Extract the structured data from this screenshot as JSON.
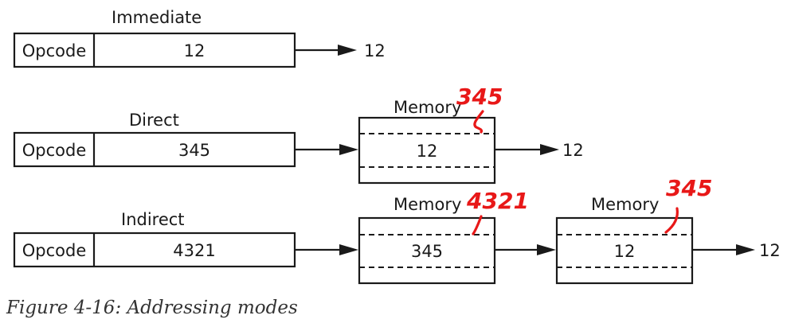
{
  "diagram": {
    "immediate": {
      "mode_label": "Immediate",
      "opcode": "Opcode",
      "operand": "12",
      "result": "12"
    },
    "direct": {
      "mode_label": "Direct",
      "opcode": "Opcode",
      "operand": "345",
      "memory_label": "Memory",
      "memory_value": "12",
      "memory_annotation": "345",
      "result": "12"
    },
    "indirect": {
      "mode_label": "Indirect",
      "opcode": "Opcode",
      "operand": "4321",
      "memory1_label": "Memory",
      "memory1_value": "345",
      "memory1_annotation": "4321",
      "memory2_label": "Memory",
      "memory2_value": "12",
      "memory2_annotation": "345",
      "result": "12"
    },
    "annotation_color": "#e81818"
  },
  "caption": "Figure 4-16: Addressing modes"
}
